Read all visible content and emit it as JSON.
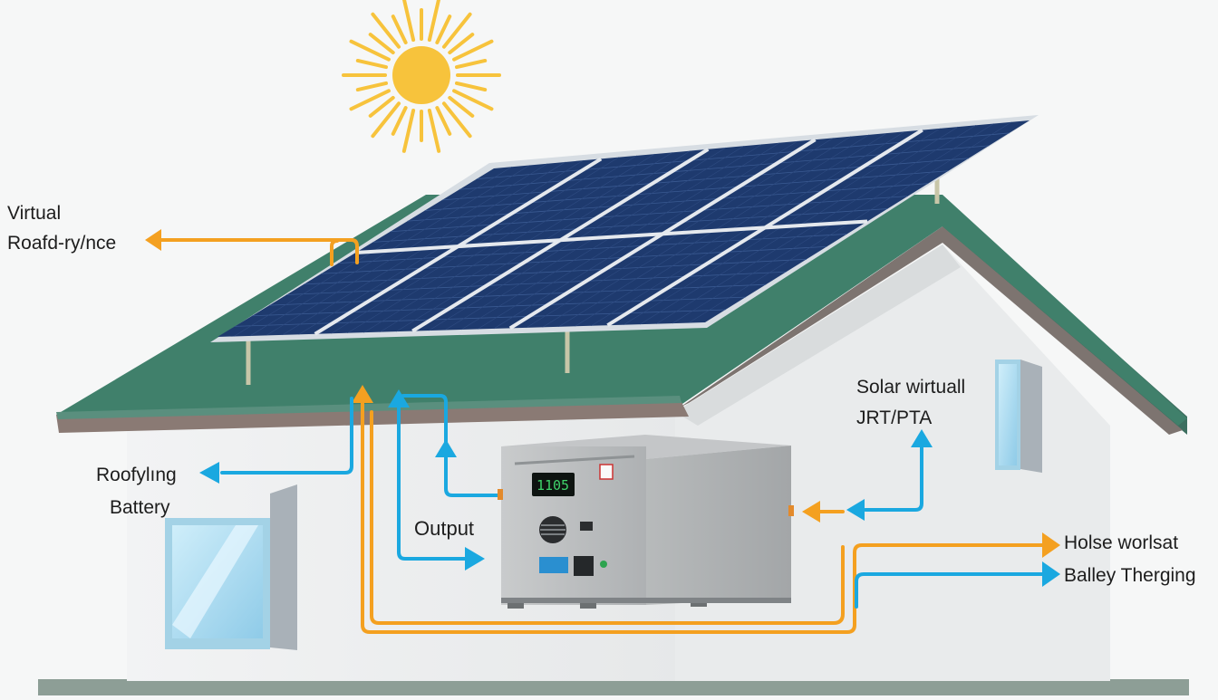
{
  "labels": {
    "top_left_line1": "Virtual",
    "top_left_line2": "Roafd-ry/nce",
    "left_line1": "Roofylıng",
    "left_line2": "Battery",
    "output": "Output",
    "right_line1": "Solar wirtuall",
    "right_line2": "JRT/PTA",
    "house_output": "Holse worlsat",
    "battery_charging": "Balley Therging"
  },
  "display": {
    "readout": "1105"
  },
  "colors": {
    "sun": "#f7c33c",
    "panel": "#1e3a6e",
    "roof": "#3f7a67",
    "wall": "#eceeef",
    "flow_orange": "#f4a020",
    "flow_blue": "#1aa8e0",
    "unit": "#a9acae"
  },
  "icons": {
    "sun": "sun-icon",
    "fan": "fan-grille-icon",
    "warning": "warning-sticker-icon"
  }
}
